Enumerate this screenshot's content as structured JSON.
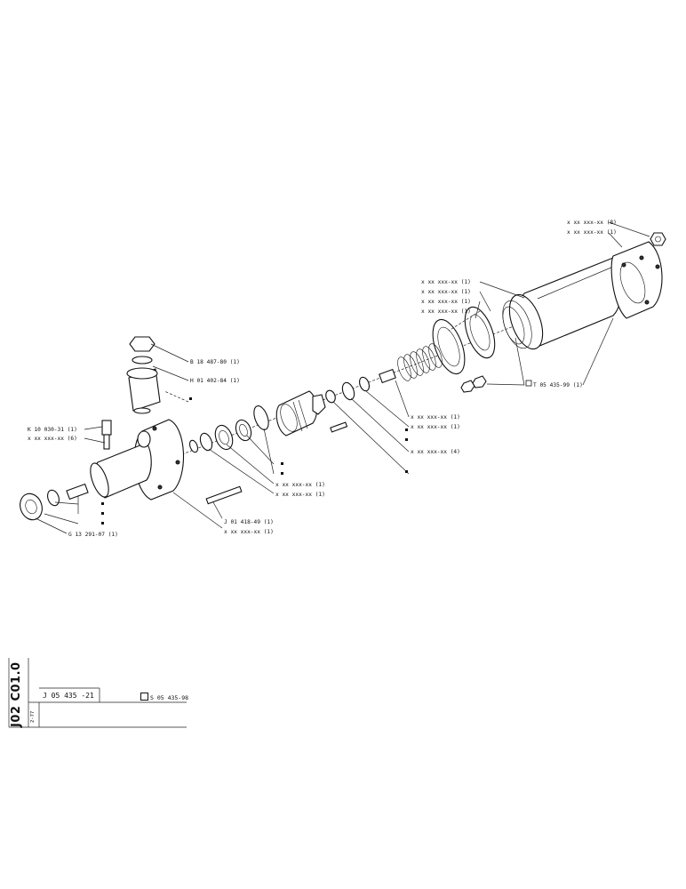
{
  "title_block": {
    "catalog_id": "J02 C01.0",
    "sub_id": "2-77",
    "drawing_number": "J 05 435 -21",
    "alternate_number": "S 05 435-98"
  },
  "callouts": {
    "c1": "x xx xxx-xx (8)",
    "c2": "x xx xxx-xx (1)",
    "c3": "x xx xxx-xx (1)",
    "c4": "x xx xxx-xx (1)",
    "c5": "x xx xxx-xx (1)",
    "c6": "x xx xxx-xx (1)",
    "c7": "T 05 435-99 (1)",
    "c8": "B 18 487-80 (1)",
    "c9": "H 01 402-84 (1)",
    "c10": "x xx xxx-xx (1)",
    "c11": "x xx xxx-xx (1)",
    "c12": "K 10 030-31 (1)",
    "c13": "x xx xxx-xx (6)",
    "c14": "x xx xxx-xx (4)",
    "c15": "x xx xxx-xx (1)",
    "c16": "x xx xxx-xx (1)",
    "c17": "J 01 418-49 (1)",
    "c18": "x xx xxx-xx (1)",
    "c19": "G 13 291-07 (1)"
  }
}
